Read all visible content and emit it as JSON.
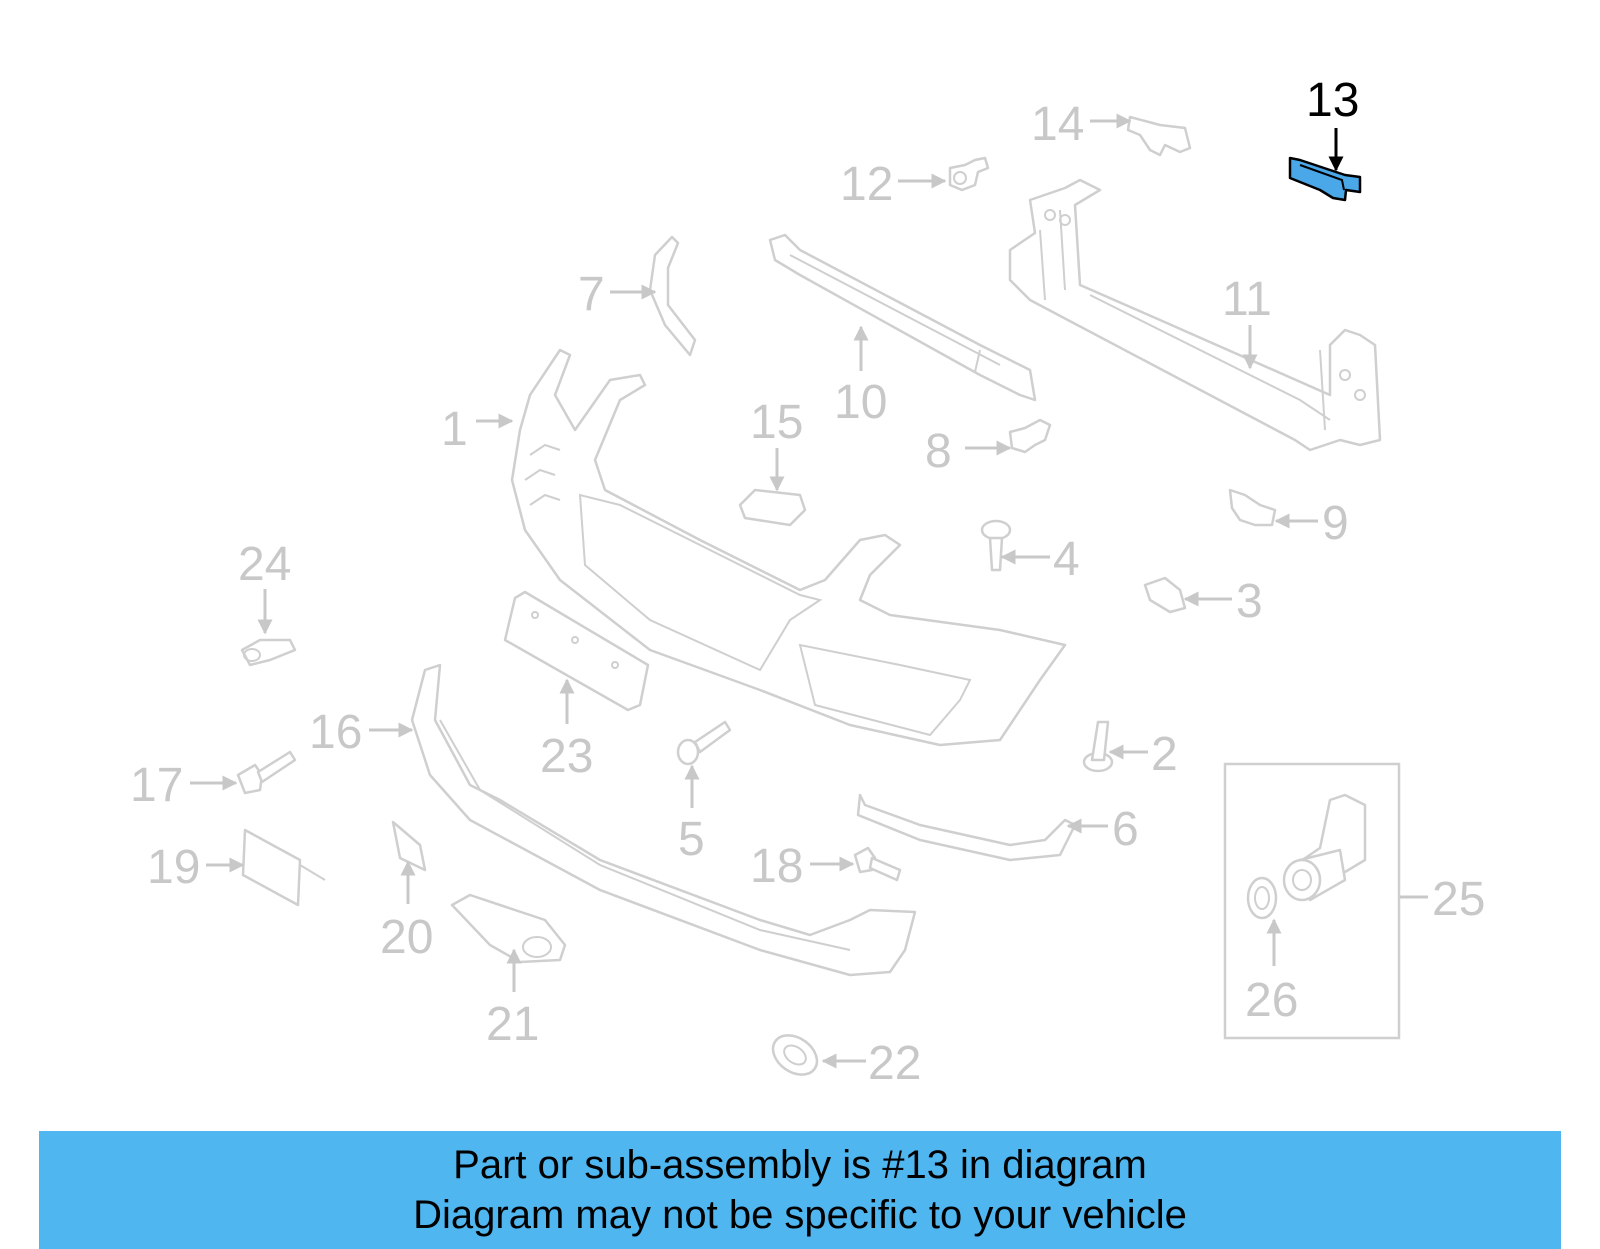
{
  "highlight_part": "13",
  "highlight_color": "#4aa8e8",
  "banner": {
    "color": "#4fb6ef",
    "line1": "Part or sub-assembly is #13 in diagram",
    "line2": "Diagram may not be specific to your vehicle"
  },
  "callouts": [
    {
      "id": "1",
      "label": "1"
    },
    {
      "id": "2",
      "label": "2"
    },
    {
      "id": "3",
      "label": "3"
    },
    {
      "id": "4",
      "label": "4"
    },
    {
      "id": "5",
      "label": "5"
    },
    {
      "id": "6",
      "label": "6"
    },
    {
      "id": "7",
      "label": "7"
    },
    {
      "id": "8",
      "label": "8"
    },
    {
      "id": "9",
      "label": "9"
    },
    {
      "id": "10",
      "label": "10"
    },
    {
      "id": "11",
      "label": "11"
    },
    {
      "id": "12",
      "label": "12"
    },
    {
      "id": "13",
      "label": "13"
    },
    {
      "id": "14",
      "label": "14"
    },
    {
      "id": "15",
      "label": "15"
    },
    {
      "id": "16",
      "label": "16"
    },
    {
      "id": "17",
      "label": "17"
    },
    {
      "id": "18",
      "label": "18"
    },
    {
      "id": "19",
      "label": "19"
    },
    {
      "id": "20",
      "label": "20"
    },
    {
      "id": "21",
      "label": "21"
    },
    {
      "id": "22",
      "label": "22"
    },
    {
      "id": "23",
      "label": "23"
    },
    {
      "id": "24",
      "label": "24"
    },
    {
      "id": "25",
      "label": "25"
    },
    {
      "id": "26",
      "label": "26"
    }
  ]
}
